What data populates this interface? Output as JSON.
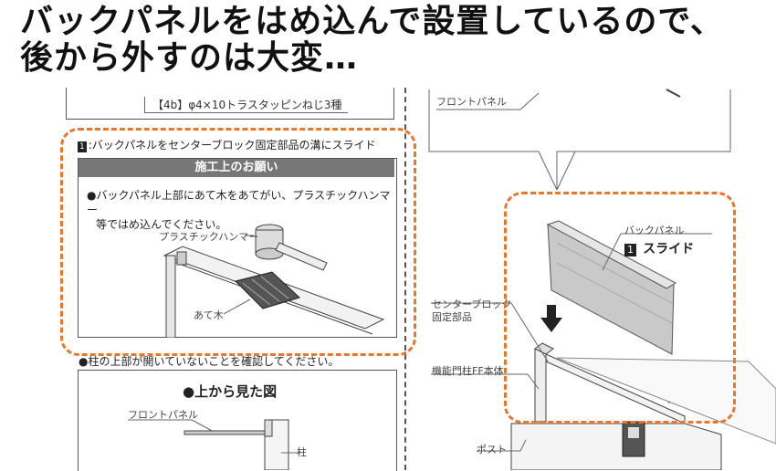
{
  "caption": {
    "line1": "バックパネルをはめ込んで設置しているので、",
    "line2": "後から外すのは大変…"
  },
  "manual": {
    "spec_label": "【4b】φ4×10トラスタッピンねじ3種",
    "step_number": "1",
    "step_text": ":バックパネルをセンターブロック固定部品の溝にスライド",
    "note_header": "施工上のお願い",
    "note_line1": "●バックパネル上部にあて木をあてがい、プラスチックハンマー",
    "note_line2": "等ではめ込んでください。",
    "hammer_label": "プラスチックハンマー",
    "wood_label": "あて木",
    "check_text": "●柱の上部が開いていないことを確認してください。",
    "top_view_title": "●上から見た図",
    "front_panel_label_left": "フロントパネル",
    "pillar_label": "柱",
    "front_panel_label_right": "フロントパネル",
    "back_panel_label": "バックパネル",
    "slide_label": "スライド",
    "center_block_label_1": "センターブロック",
    "center_block_label_2": "固定部品",
    "gate_body_label": "機能門柱FF本体",
    "post_label": "ポスト"
  },
  "colors": {
    "highlight": "#e8762b",
    "header_bg": "#777777",
    "panel_fill": "#c9c9c9"
  }
}
